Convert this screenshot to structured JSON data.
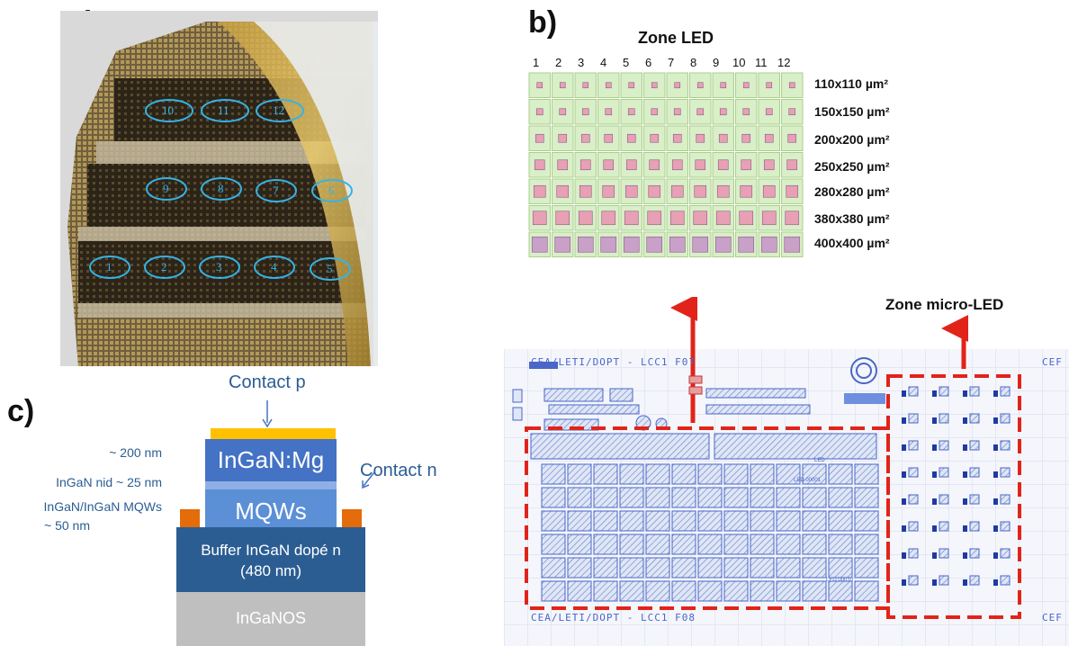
{
  "panels": {
    "a": "a)",
    "b": "b)",
    "c": "c)"
  },
  "photo": {
    "zone_numbers": [
      "1",
      "2",
      "3",
      "4",
      "5",
      "6",
      "7",
      "8",
      "9",
      "10",
      "11",
      "12"
    ]
  },
  "zone_led": {
    "title": "Zone LED",
    "columns": [
      "1",
      "2",
      "3",
      "4",
      "5",
      "6",
      "7",
      "8",
      "9",
      "10",
      "11",
      "12"
    ],
    "rows": [
      "110x110 µm²",
      "150x150 µm²",
      "200x200 µm²",
      "250x250 µm²",
      "280x280 µm²",
      "380x380 µm²",
      "400x400 µm²"
    ]
  },
  "mask": {
    "zone_micro_led": "Zone micro-LED",
    "header_text": "CEA/LETI/DOPT - LCC1 F07",
    "footer_text": "CEA/LETI/DOPT - LCC1 F08",
    "right_header": "CEF",
    "right_footer": "CEF",
    "labels": [
      "LED",
      "LED 00001",
      "LED 00010"
    ]
  },
  "stack": {
    "contact_p": "Contact p",
    "contact_n": "Contact n",
    "layer_mg": "InGaN:Mg",
    "layer_mqws": "MQWs",
    "layer_buffer_1": "Buffer InGaN dopé n",
    "layer_buffer_2": "(480 nm)",
    "layer_substrate": "InGaNOS",
    "note_200nm": "~ 200 nm",
    "note_nid": "InGaN nid ~ 25 nm",
    "note_mqw_1": "InGaN/InGaN MQWs",
    "note_mqw_2": "~ 50 nm"
  },
  "colors": {
    "stack_dark": "#2b5d93",
    "stack_mid": "#4472c4",
    "stack_light": "#5b8fd6",
    "contact_p": "#ffc000",
    "contact_n": "#e46c0a",
    "substrate": "#bfbfbf",
    "mask_blue": "#4a66c8",
    "dashed_red": "#e2231a",
    "led_cell": "#d9efc7",
    "led_pad": "#e8a0b4"
  }
}
